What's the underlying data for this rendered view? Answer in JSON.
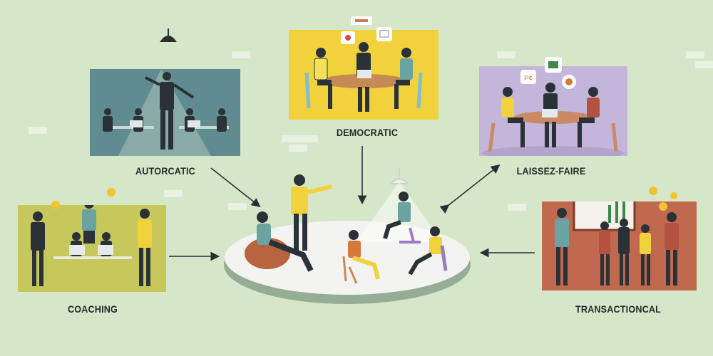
{
  "styles": {
    "autocratic": "AUTORCATIC",
    "democratic": "DEMOCRATIC",
    "laissez_faire": "LAISSEZ-FAIRE",
    "coaching": "COACHING",
    "transactional": "TRANSACTIONCAL"
  },
  "colors": {
    "background": "#d6e6c9",
    "autocratic": "#5f8b91",
    "democratic": "#f2d23c",
    "laissez_faire": "#c4b6db",
    "coaching": "#c6c85c",
    "transactional": "#c0694e"
  }
}
